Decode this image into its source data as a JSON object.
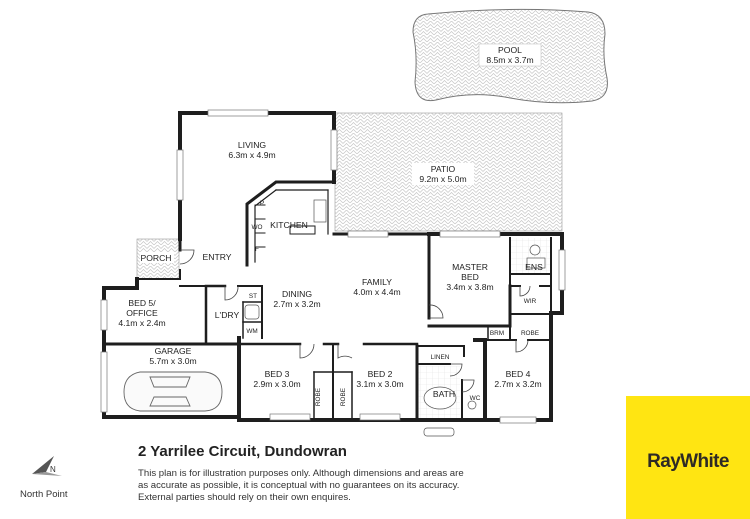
{
  "listing": {
    "address": "2 Yarrilee Circuit, Dundowran",
    "disclaimer_lines": [
      "This plan is for illustration purposes only.  Although dimensions and areas are",
      "as accurate as possible, it is conceptual with no guarantees on its accuracy.",
      "External parties should rely on their own enquires."
    ],
    "north_label": "North Point",
    "north_marker": "N",
    "brand": "RayWhite",
    "brand_color": "#ffe512"
  },
  "rooms": {
    "pool": {
      "name": "POOL",
      "size": "8.5m x 3.7m"
    },
    "patio": {
      "name": "PATIO",
      "size": "9.2m x 5.0m"
    },
    "living": {
      "name": "LIVING",
      "size": "6.3m x 4.9m"
    },
    "kitchen": {
      "name": "KITCHEN"
    },
    "porch": {
      "name": "PORCH"
    },
    "entry": {
      "name": "ENTRY"
    },
    "dining": {
      "name": "DINING",
      "size": "2.7m x 3.2m"
    },
    "family": {
      "name": "FAMILY",
      "size": "4.0m x 4.4m"
    },
    "master_bed": {
      "name_line1": "MASTER",
      "name_line2": "BED",
      "size": "3.4m x 3.8m"
    },
    "ens": {
      "name": "ENS"
    },
    "wir": {
      "name": "WIR"
    },
    "bed5": {
      "name_line1": "BED 5/",
      "name_line2": "OFFICE",
      "size": "4.1m x 2.4m"
    },
    "ldry": {
      "name": "L'DRY"
    },
    "garage": {
      "name": "GARAGE",
      "size": "5.7m x 3.0m"
    },
    "bed3": {
      "name": "BED 3",
      "size": "2.9m x 3.0m"
    },
    "bed2": {
      "name": "BED 2",
      "size": "3.1m x 3.0m"
    },
    "bed4": {
      "name": "BED 4",
      "size": "2.7m x 3.2m"
    },
    "linen": {
      "name": "LINEN"
    },
    "bath": {
      "name": "BATH"
    },
    "wc": {
      "name": "WC"
    },
    "brm": {
      "name": "BRM"
    },
    "robe": {
      "name": "ROBE"
    }
  },
  "fixtures": {
    "st": "ST",
    "wm": "WM",
    "wo": "WO",
    "f": "F",
    "p": "P",
    "robe": "ROBE"
  }
}
